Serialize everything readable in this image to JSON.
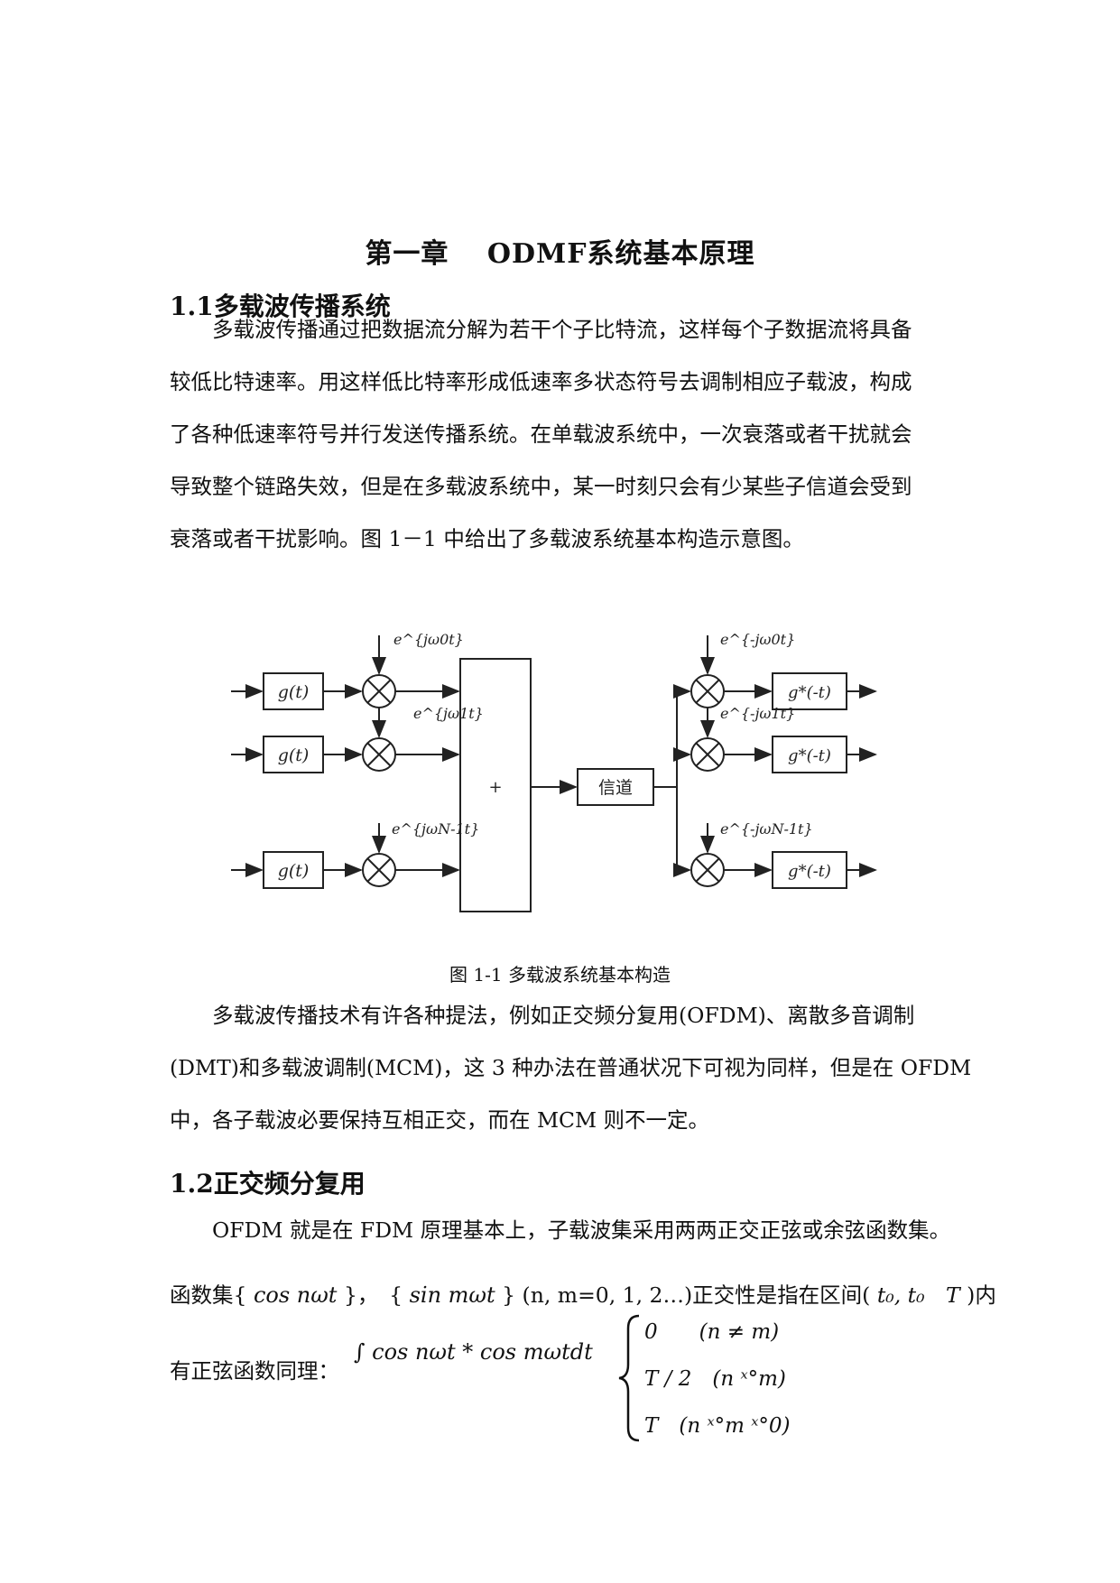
{
  "chapter_title": "第一章　 ODMF系统基本原理",
  "sections": [
    {
      "heading": "1.1多载波传播系统"
    },
    {
      "heading": "1.2正交频分复用"
    }
  ],
  "para1": [
    "多载波传播通过把数据流分解为若干个子比特流，这样每个子数据流将具备",
    "较低比特速率。用这样低比特率形成低速率多状态符号去调制相应子载波，构成",
    "了各种低速率符号并行发送传播系统。在单载波系统中，一次衰落或者干扰就会",
    "导致整个链路失效，但是在多载波系统中，某一时刻只会有少某些子信道会受到",
    "衰落或者干扰影响。图 1－1 中给出了多载波系统基本构造示意图。"
  ],
  "figure": {
    "caption": "图 1-1 多载波系统基本构造",
    "tx_filter_label": "g(t)",
    "rx_filter_label": "g*(-t)",
    "adder_label": "+",
    "channel_label": "信道",
    "tx_carriers": [
      "e^{jω0t}",
      "e^{jω1t}",
      "e^{jωN-1t}"
    ],
    "rx_carriers": [
      "e^{-jω0t}",
      "e^{-jω1t}",
      "e^{-jωN-1t}"
    ]
  },
  "para2": [
    "多载波传播技术有许各种提法，例如正交频分复用(OFDM)、离散多音调制",
    "(DMT)和多载波调制(MCM)，这 3 种办法在普通状况下可视为同样，但是在 OFDM",
    "中，各子载波必要保持互相正交，而在 MCM 则不一定。"
  ],
  "para3": "OFDM 就是在 FDM 原理基本上，子载波集采用两两正交正弦或余弦函数集。",
  "func_line": {
    "prefix": "函数集{",
    "cos_set": "cos nωt",
    "mid": "}，　{",
    "sin_set": "sin mωt",
    "cond": "} (n, m=0, 1, 2…)正交性是指在区间(",
    "interval": "t₀, t₀　T",
    "suffix": ")内"
  },
  "orth_line": {
    "prefix": "有正弦函数同理：",
    "integral": "∫ cos nωt * cos mωtdt",
    "cases": [
      "0　　(n ≠ m)",
      "T / 2　(n ˣ°m)",
      "T　(n ˣ°m ˣ°0)"
    ]
  }
}
